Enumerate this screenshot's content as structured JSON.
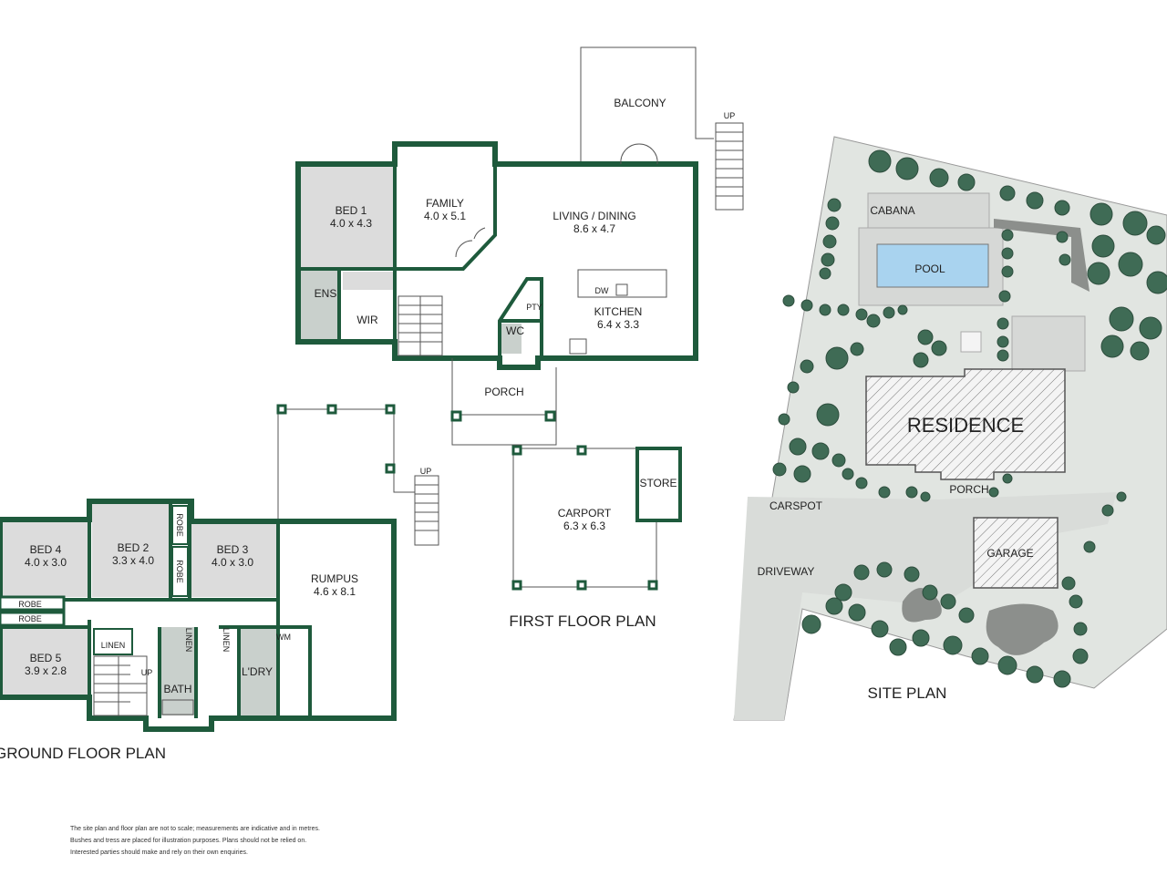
{
  "first_floor": {
    "title": "FIRST FLOOR PLAN",
    "balcony": "BALCONY",
    "up": "UP",
    "bed1": {
      "name": "BED 1",
      "dims": "4.0 x 4.3"
    },
    "family": {
      "name": "FAMILY",
      "dims": "4.0 x 5.1"
    },
    "living_dining": {
      "name": "LIVING / DINING",
      "dims": "8.6 x 4.7"
    },
    "kitchen": {
      "name": "KITCHEN",
      "dims": "6.4 x 3.3"
    },
    "ens": "ENS",
    "wir": "WIR",
    "wc": "WC",
    "pty": "PTY",
    "dw": "DW",
    "porch": "PORCH",
    "carport": {
      "name": "CARPORT",
      "dims": "6.3 x 6.3"
    },
    "store": "STORE"
  },
  "ground_floor": {
    "title": "GROUND FLOOR PLAN",
    "bed4": {
      "name": "BED 4",
      "dims": "4.0 x 3.0"
    },
    "bed2": {
      "name": "BED 2",
      "dims": "3.3 x 4.0"
    },
    "bed3": {
      "name": "BED 3",
      "dims": "4.0 x 3.0"
    },
    "bed5": {
      "name": "BED 5",
      "dims": "3.9 x 2.8"
    },
    "rumpus": {
      "name": "RUMPUS",
      "dims": "4.6 x 8.1"
    },
    "robe": "ROBE",
    "linen": "LINEN",
    "bath": "BATH",
    "laundry": "L'DRY",
    "wm": "WM",
    "up": "UP"
  },
  "site_plan": {
    "title": "SITE PLAN",
    "residence": "RESIDENCE",
    "cabana": "CABANA",
    "pool": "POOL",
    "porch": "PORCH",
    "carspot": "CARSPOT",
    "driveway": "DRIVEWAY",
    "garage": "GARAGE"
  },
  "disclaimer": [
    "The site plan and floor plan are not to scale; measurements are indicative and in metres.",
    "Bushes and tress are placed for illustration purposes. Plans should not be relied on.",
    "Interested parties should make and rely on their own enquiries."
  ],
  "colors": {
    "wall": "#1e5a3c",
    "pool": "#a9d3ef",
    "site": "#e1e5e1",
    "tree": "#3f6b55"
  }
}
